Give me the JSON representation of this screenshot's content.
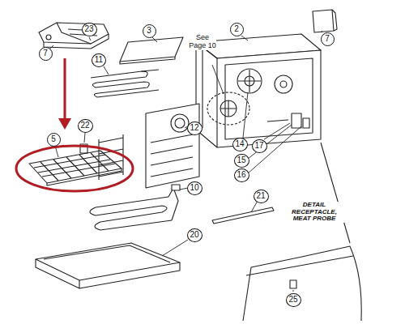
{
  "diagram": {
    "nodes": [
      {
        "text": [
          "3"
        ]
      },
      {
        "text": [
          "2"
        ]
      },
      {
        "text": [
          "7"
        ]
      },
      {
        "text": [
          "23"
        ]
      },
      {
        "text": [
          "7"
        ]
      },
      {
        "text": [
          "11"
        ]
      },
      {
        "text": [
          "22"
        ]
      },
      {
        "text": [
          "12"
        ]
      },
      {
        "text": [
          "5"
        ]
      },
      {
        "text": [
          "14"
        ]
      },
      {
        "text": [
          "17"
        ]
      },
      {
        "text": [
          "15"
        ]
      },
      {
        "text": [
          "16"
        ]
      },
      {
        "text": [
          "10"
        ]
      },
      {
        "text": [
          "21"
        ]
      },
      {
        "text": [
          "20"
        ]
      },
      {
        "text": [
          "25"
        ]
      }
    ],
    "labels": [
      "See Page 10",
      "DETAIL RECEPTACLE, MEAT PROBE"
    ]
  }
}
